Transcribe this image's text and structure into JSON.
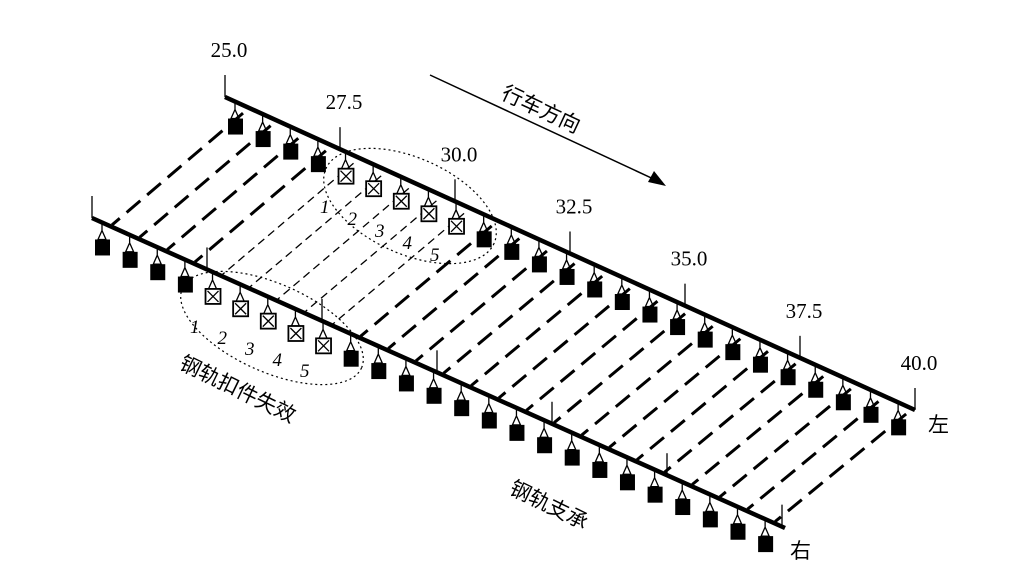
{
  "title": "钢轨扣件失效示意",
  "distance_labels": [
    "25.0",
    "27.5",
    "30.0",
    "32.5",
    "35.0",
    "37.5",
    "40.0"
  ],
  "direction_label": "行车方向",
  "failure_label": "钢轨扣件失效",
  "support_label": "钢轨支承",
  "left_rail_label": "左",
  "right_rail_label": "右",
  "failed_indices": [
    "1",
    "2",
    "3",
    "4",
    "5"
  ],
  "supports_per_rail": 25,
  "failed_support_range": [
    4,
    8
  ],
  "colors": {
    "ink": "#000000",
    "background": "#ffffff"
  }
}
